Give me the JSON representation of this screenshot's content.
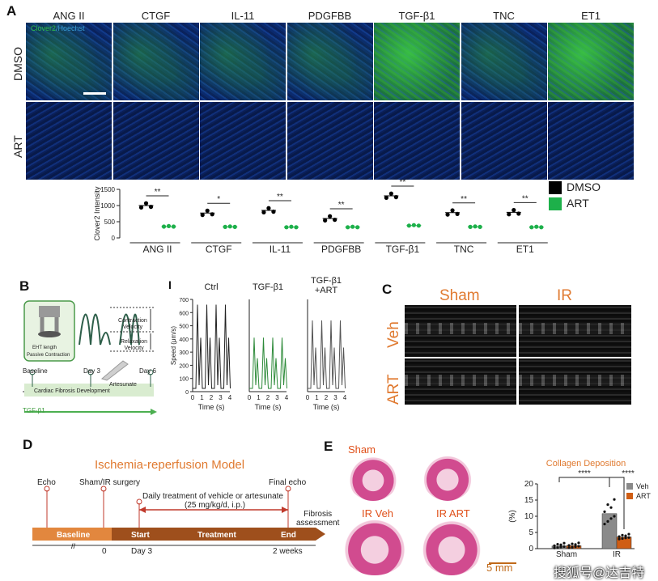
{
  "panelA": {
    "label": "A",
    "stain_label": [
      "Clover2",
      "/Hoechst"
    ],
    "stain_colors": [
      "#2fbf4a",
      "#3aa0d8"
    ],
    "columns": [
      "ANG II",
      "CTGF",
      "IL-11",
      "PDGFBB",
      "TGF-β1",
      "TNC",
      "ET1"
    ],
    "rows": [
      "DMSO",
      "ART"
    ]
  },
  "panelA_chart": {
    "ylabel": "Clover2 Intensity",
    "legend": [
      {
        "name": "DMSO",
        "color": "#000000"
      },
      {
        "name": "ART",
        "color": "#1db04a"
      }
    ],
    "sig": [
      "**",
      "*",
      "**",
      "**",
      "**",
      "**",
      "**"
    ]
  },
  "panelB": {
    "label": "B",
    "eht_length": "EHT length",
    "passive": "Passive Contraction",
    "contraction": [
      "Contraction",
      "Velocity"
    ],
    "relaxation": [
      "Relaxation",
      "Velocity"
    ],
    "baseline": "Baseline",
    "day3": "Day 3",
    "day6": "Day 6",
    "artesunate": "Artesunate",
    "development": "Cardiac Fibrosis Development",
    "tgf": "TGF-β1"
  },
  "panelI": {
    "label": "I",
    "titles": [
      [
        "Ctrl"
      ],
      [
        "TGF-β1"
      ],
      [
        "TGF-β1",
        "+ART"
      ]
    ],
    "ylabel": "Speed (μm/s)",
    "xlabel": "Time (s)",
    "yticks": [
      "0",
      "100",
      "200",
      "300",
      "400",
      "500",
      "600",
      "700"
    ],
    "xticks": [
      "0",
      "1",
      "2",
      "3",
      "4"
    ],
    "colors": [
      "#222222",
      "#2e8b3a",
      "#555555"
    ]
  },
  "panelC": {
    "label": "C",
    "cols": [
      "Sham",
      "IR"
    ],
    "rows": [
      "Veh",
      "ART"
    ]
  },
  "panelD": {
    "label": "D",
    "title": "Ischemia-reperfusion Model",
    "echo": "Echo",
    "surgery": "Sham/IR surgery",
    "daily": "Daily treatment of vehicle or artesunate",
    "dose": "(25 mg/kg/d, i.p.)",
    "final_echo": "Final echo",
    "fibrosis": [
      "Fibrosis",
      "assessment"
    ],
    "baseline": "Baseline",
    "start": "Start",
    "treatment": "Treatment",
    "end": "End",
    "zero": "0",
    "day3": "Day 3",
    "weeks": "2 weeks"
  },
  "panelE": {
    "label": "E",
    "sham": "Sham",
    "ir_veh": "IR Veh",
    "ir_art": "IR ART",
    "scale": "5 mm",
    "watermark": "搜狐号@达吉特"
  },
  "chart_data": [
    {
      "type": "scatter",
      "title": "",
      "ylabel": "Clover2 Intensity",
      "categories": [
        "ANG II",
        "CTGF",
        "IL-11",
        "PDGFBB",
        "TGF-β1",
        "TNC",
        "ET1"
      ],
      "ylim": [
        0,
        1500
      ],
      "yticks": [
        0,
        500,
        1000,
        1500
      ],
      "series": [
        {
          "name": "DMSO",
          "values": [
            1000,
            770,
            850,
            600,
            1300,
            780,
            790
          ]
        },
        {
          "name": "ART",
          "values": [
            350,
            340,
            330,
            330,
            380,
            340,
            330
          ]
        }
      ]
    },
    {
      "type": "bar",
      "title": "Collagen Deposition",
      "ylabel": "(%)",
      "categories": [
        "Sham",
        "IR"
      ],
      "ylim": [
        0,
        20
      ],
      "yticks": [
        0,
        5,
        10,
        15,
        20
      ],
      "sig": [
        "****",
        "****"
      ],
      "series": [
        {
          "name": "Veh",
          "color": "#8a8a8a",
          "values": [
            0.8,
            10.8
          ]
        },
        {
          "name": "ART",
          "color": "#cf5d14",
          "values": [
            0.9,
            3.6
          ]
        }
      ]
    }
  ]
}
